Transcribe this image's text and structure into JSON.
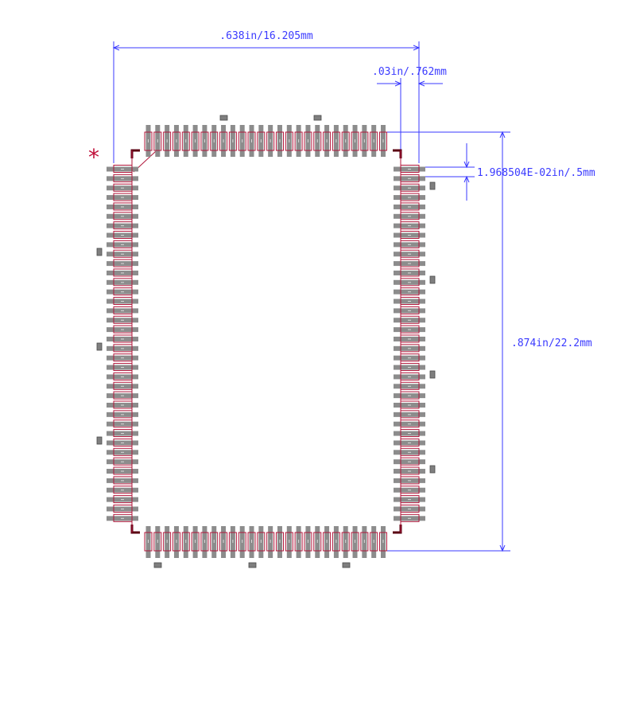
{
  "dimensions": {
    "width_label": ".638in/16.205mm",
    "pad_width_label": ".03in/.762mm",
    "pitch_label": "1.968504E-02in/.5mm",
    "height_label": ".874in/22.2mm"
  },
  "pin1_marker": "*",
  "package": {
    "pins_per_long_side": 38,
    "pins_per_short_side": 26
  },
  "colors": {
    "dimension": "#3a3aff",
    "pad_fill": "#8c8c8c",
    "pad_outline": "#b0163a",
    "body_outline": "#5a0012",
    "marker": "#c0103a",
    "fiducial": "#7f7f7f"
  }
}
